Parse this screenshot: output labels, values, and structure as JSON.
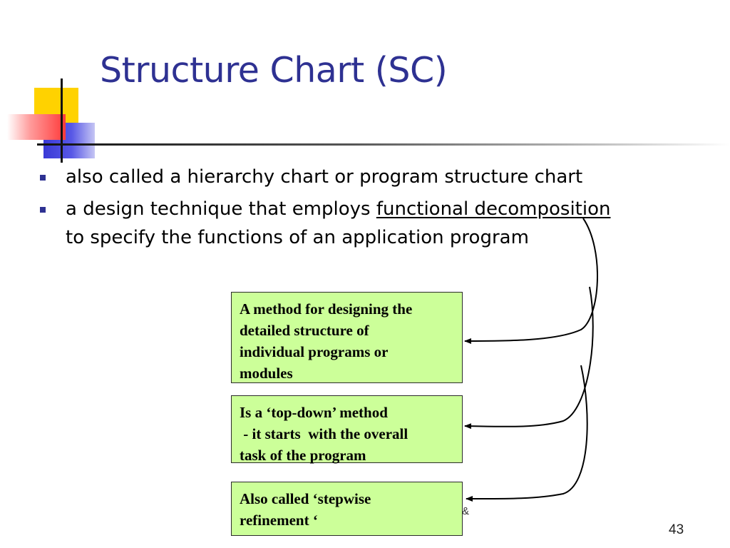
{
  "slide": {
    "title": "Structure Chart (SC)",
    "bullets": {
      "b1": "also called a hierarchy chart or program structure chart",
      "b2_pre": "a design technique that employs ",
      "b2_link": "functional decomposition",
      "b2_post": "to specify the functions of an application program"
    },
    "boxes": {
      "box1": [
        "A method for designing the",
        "detailed structure of",
        "individual programs or",
        "modules"
      ],
      "box2": [
        "Is a ‘top-down’ method",
        " - it starts  with the overall",
        "task of the program"
      ],
      "box3": [
        "Also called ‘stepwise",
        "refinement ‘"
      ]
    },
    "footer_fragment": "&",
    "page_number": "43",
    "colors": {
      "title": "#2e3192",
      "box_fill": "#ccff99",
      "bullet": "#2e3192"
    }
  }
}
